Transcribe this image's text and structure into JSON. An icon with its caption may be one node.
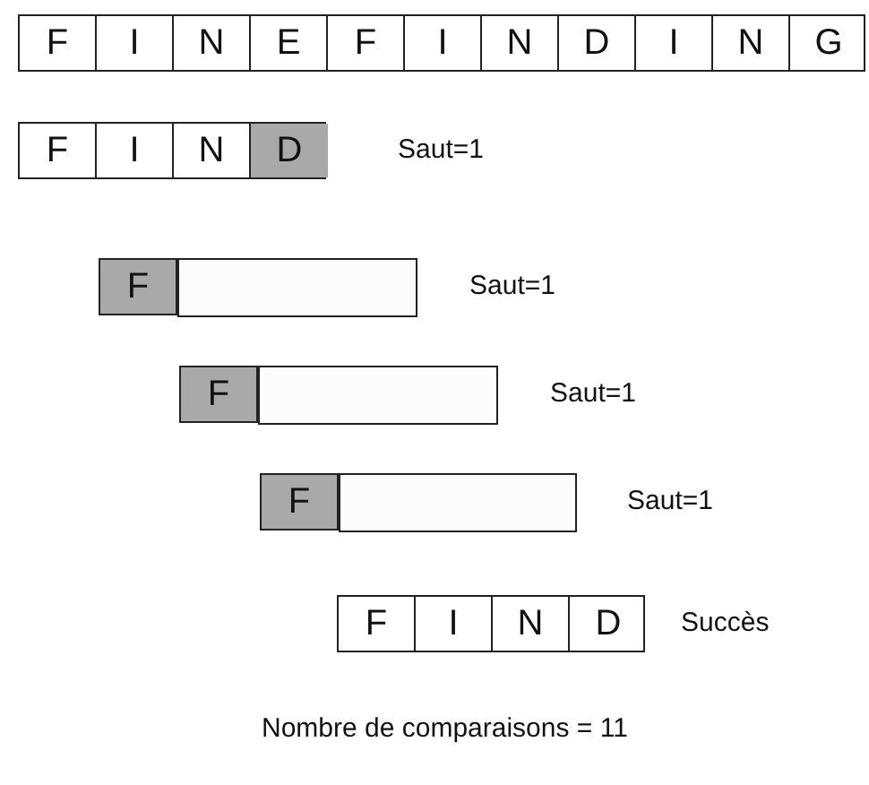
{
  "diagram": {
    "nodes": [
      {
        "text": [],
        "shape": "box"
      },
      {
        "text": [
          "F"
        ],
        "in": 0
      },
      {
        "text": [
          "I"
        ],
        "in": 0
      },
      {
        "text": [
          "N"
        ],
        "in": 0
      },
      {
        "text": [
          "E"
        ],
        "in": 0
      },
      {
        "text": [
          "F"
        ],
        "in": 0
      },
      {
        "text": [
          "I"
        ],
        "in": 0
      },
      {
        "text": [
          "N"
        ],
        "in": 0
      },
      {
        "text": [
          "D"
        ],
        "in": 0
      },
      {
        "text": [
          "I"
        ],
        "in": 0
      },
      {
        "text": [
          "N"
        ],
        "in": 0
      },
      {
        "text": [
          "G"
        ],
        "in": 0
      },
      {
        "text": [],
        "shape": "box",
        "beside": [
          "Saut=1"
        ]
      },
      {
        "text": [
          "F"
        ],
        "in": 12
      },
      {
        "text": [
          "I"
        ],
        "in": 12
      },
      {
        "text": [
          "N"
        ],
        "in": 12
      },
      {
        "text": [
          "D"
        ],
        "in": 12
      },
      {
        "text": [],
        "shape": "box",
        "beside": [
          "Saut=1"
        ]
      },
      {
        "text": [
          "F"
        ],
        "in": 17
      },
      {
        "text": [],
        "shape": "box",
        "in": 17
      },
      {
        "text": [],
        "shape": "box",
        "beside": [
          "Saut=1"
        ]
      },
      {
        "text": [
          "F"
        ],
        "in": 20
      },
      {
        "text": [],
        "shape": "box",
        "in": 20
      },
      {
        "text": [],
        "shape": "box",
        "beside": [
          "Saut=1"
        ]
      },
      {
        "text": [
          "F"
        ],
        "in": 23
      },
      {
        "text": [],
        "shape": "box",
        "in": 23
      },
      {
        "text": [],
        "shape": "box",
        "beside": [
          "Succès"
        ]
      },
      {
        "text": [
          "F"
        ],
        "in": 26
      },
      {
        "text": [
          "I"
        ],
        "in": 26
      },
      {
        "text": [
          "N"
        ],
        "in": 26
      },
      {
        "text": [
          "D"
        ],
        "in": 26
      }
    ],
    "edges": [],
    "labels": [
      "Nombre de comparaisons = 11"
    ]
  }
}
